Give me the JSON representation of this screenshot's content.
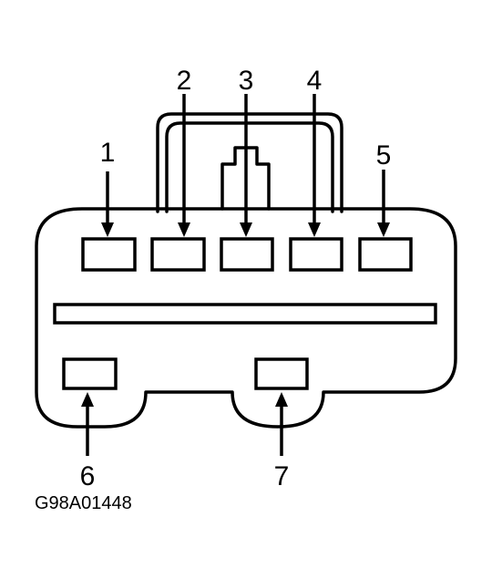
{
  "diagram": {
    "figure_code": "G98A01448",
    "pins": [
      {
        "number": "1"
      },
      {
        "number": "2"
      },
      {
        "number": "3"
      },
      {
        "number": "4"
      },
      {
        "number": "5"
      },
      {
        "number": "6"
      },
      {
        "number": "7"
      }
    ],
    "colors": {
      "ink": "#000000",
      "background": "#ffffff"
    }
  }
}
